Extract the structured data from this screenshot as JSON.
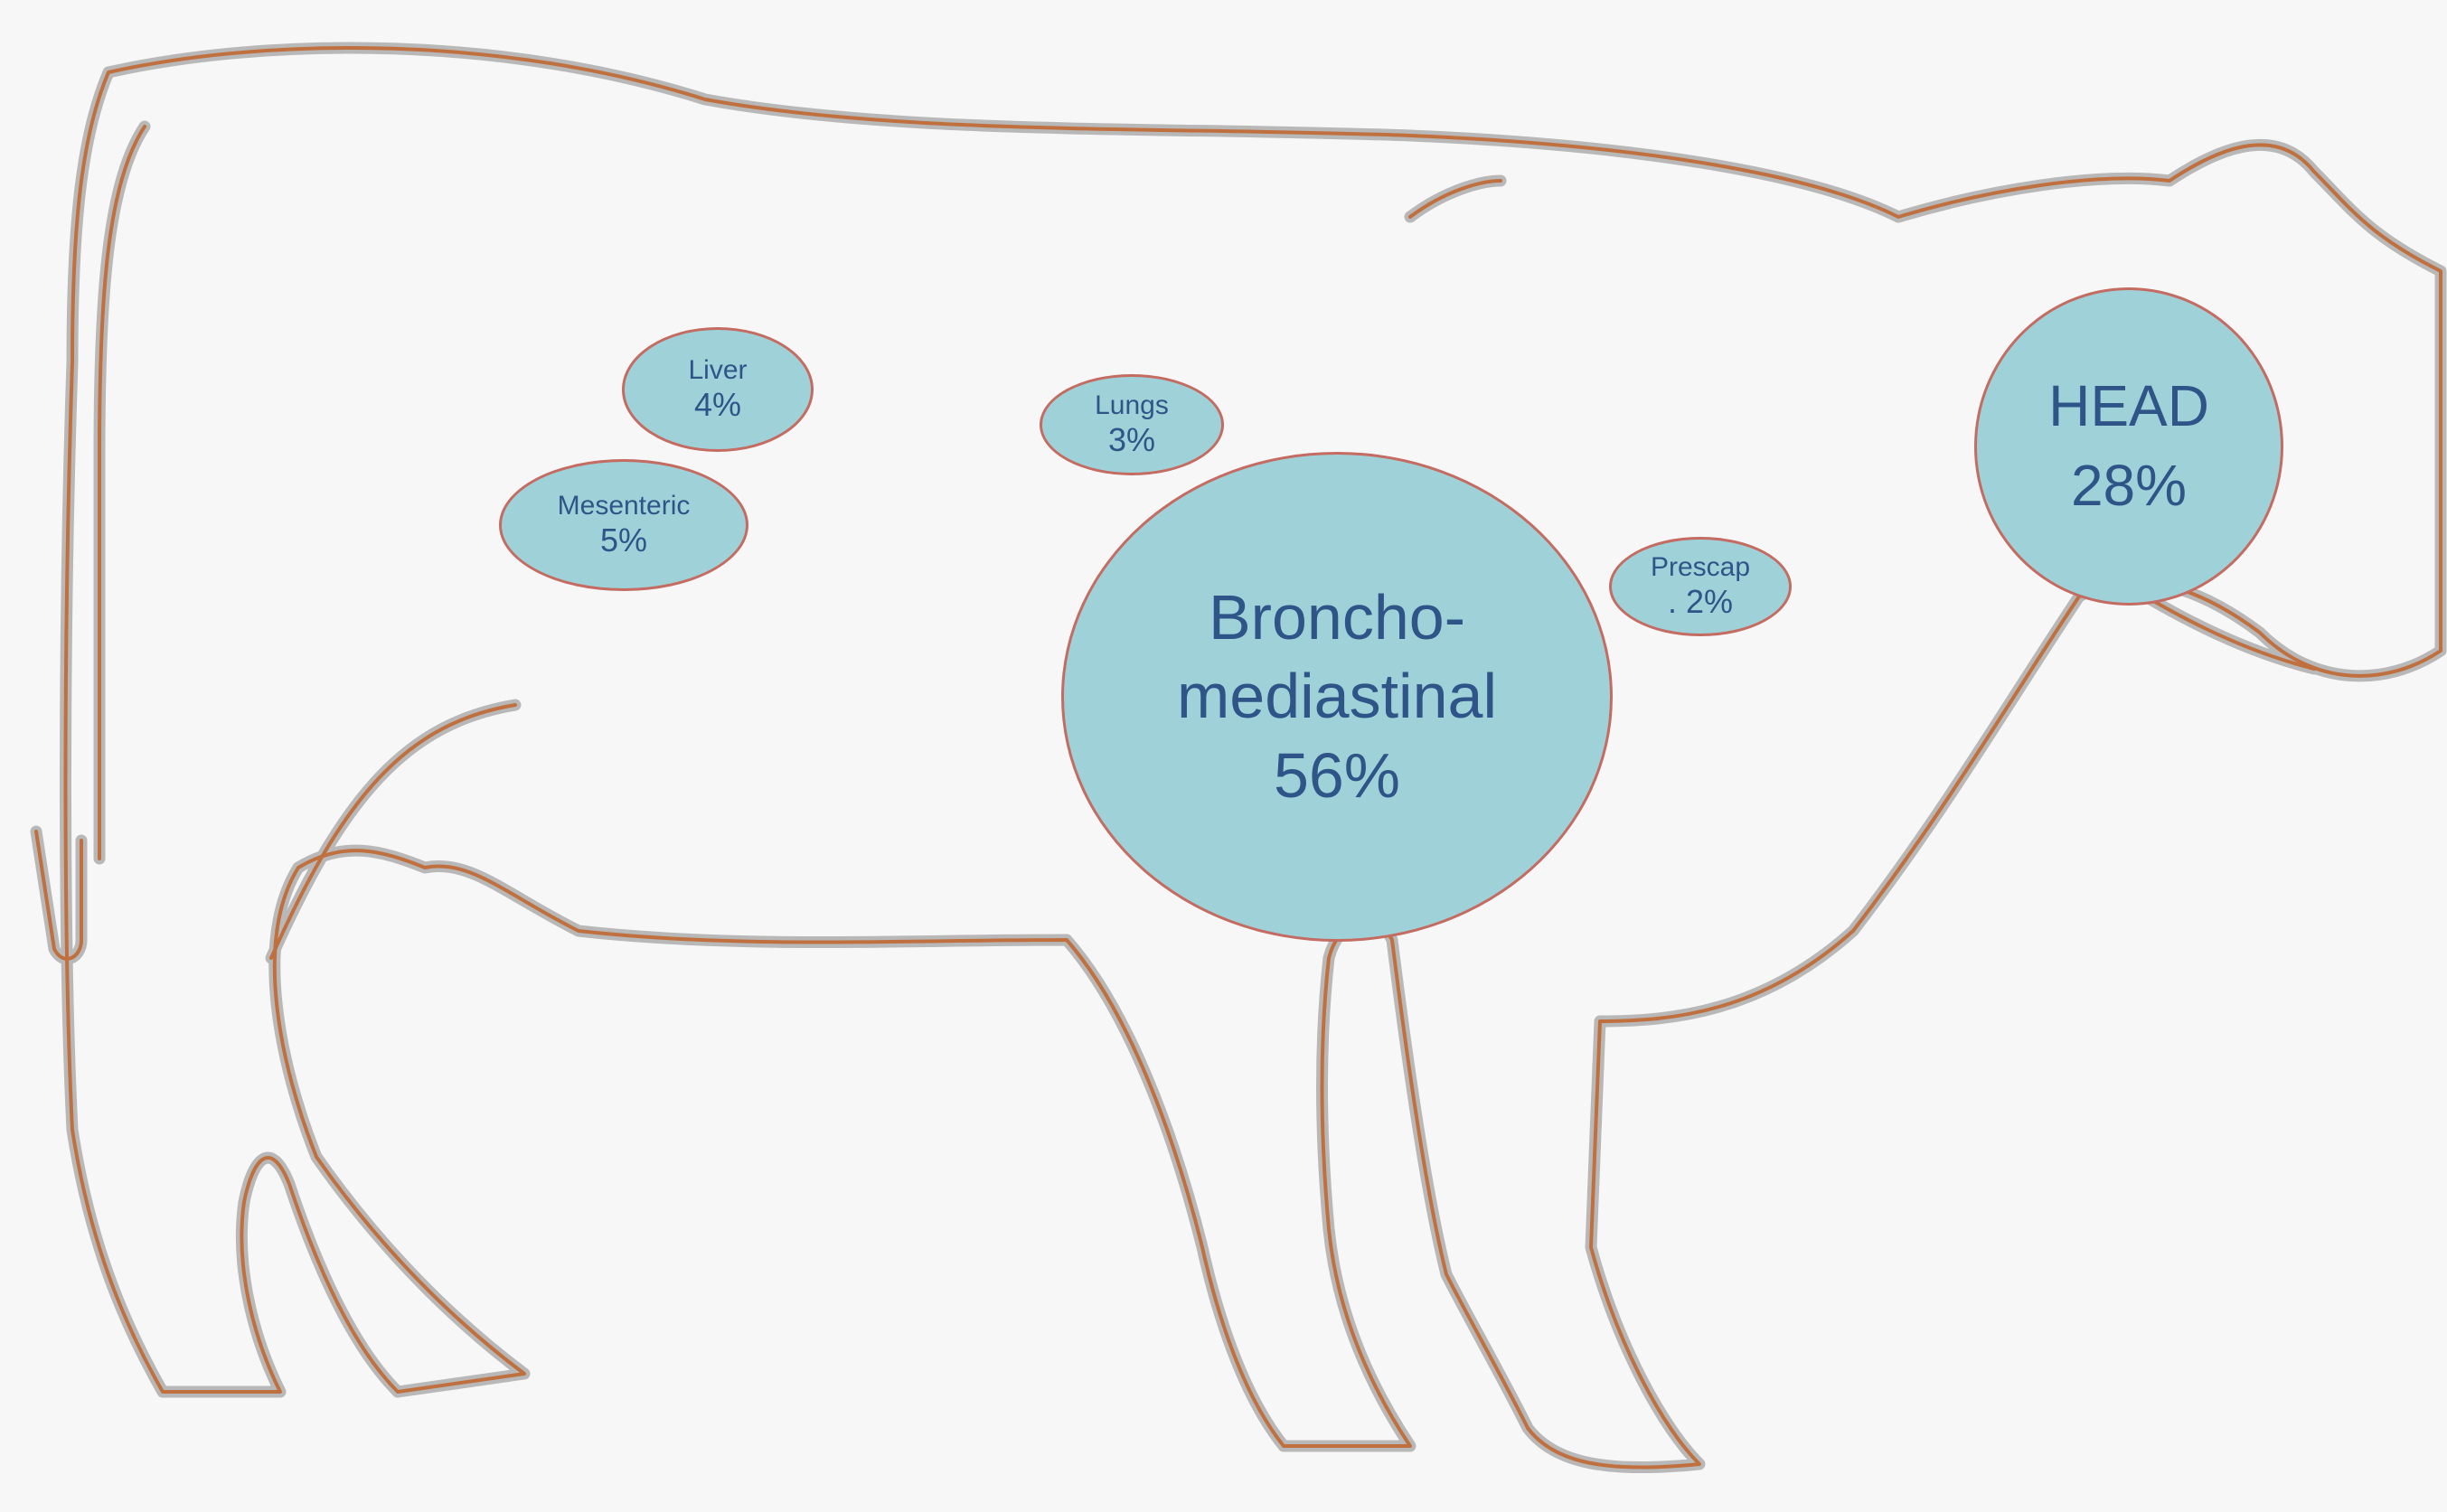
{
  "nodes": {
    "liver": {
      "label": "Liver",
      "value": "4%"
    },
    "mesenteric": {
      "label": "Mesenteric",
      "value": "5%"
    },
    "lungs": {
      "label": "Lungs",
      "value": "3%"
    },
    "broncho": {
      "label_line1": "Broncho-",
      "label_line2": "mediastinal",
      "value": "56%"
    },
    "prescap": {
      "label": "Prescap",
      "value": ". 2%"
    },
    "head": {
      "label": "HEAD",
      "value": "28%"
    }
  },
  "colors": {
    "bubble_fill": "#9fd2d8",
    "bubble_border": "#c46b62",
    "text": "#2f5588",
    "outline_orange": "#c0703f",
    "outline_gray": "#9a9a9a"
  }
}
